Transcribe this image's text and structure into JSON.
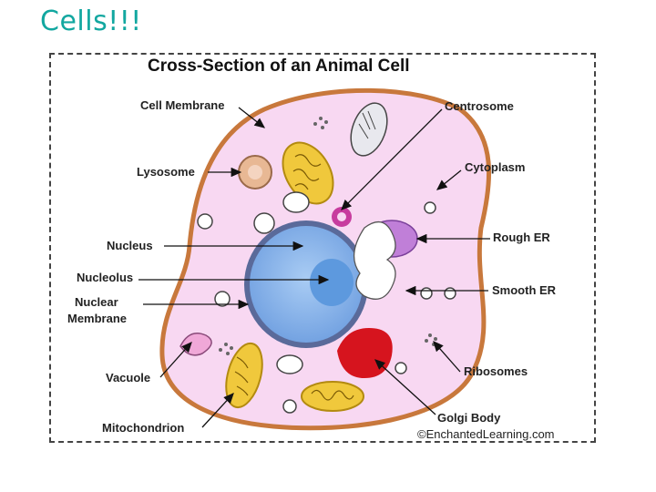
{
  "slide": {
    "title": "Cells!!!"
  },
  "diagram": {
    "title": "Cross-Section of an Animal Cell",
    "credit": "©EnchantedLearning.com",
    "labels_left": [
      "Cell Membrane",
      "Lysosome",
      "Nucleus",
      "Nucleolus",
      "Nuclear",
      "Membrane",
      "Vacuole",
      "Mitochondrion"
    ],
    "labels_right": [
      "Centrosome",
      "Cytoplasm",
      "Rough ER",
      "Smooth ER",
      "Ribosomes",
      "Golgi Body"
    ],
    "colors": {
      "title_teal": "#12a7a0",
      "cytoplasm": "#f8d8f2",
      "cell_membrane": "#c8783c",
      "nucleus": "#8ab6ea",
      "nucleolus": "#5d99de",
      "mitochondria": "#f0c83c",
      "rough_er": "#c07fd8",
      "golgi": "#d6141e"
    }
  }
}
